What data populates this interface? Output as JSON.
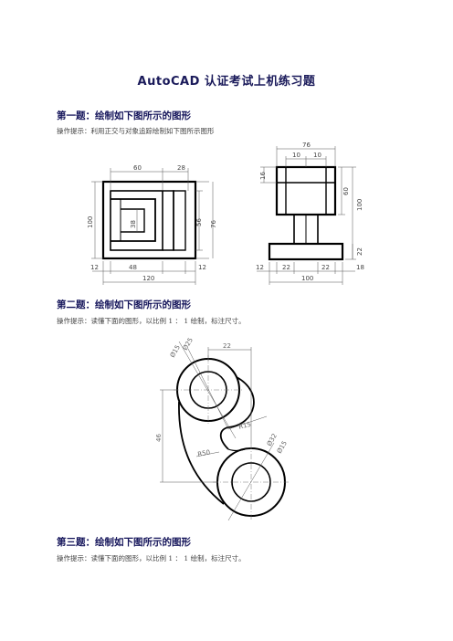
{
  "document": {
    "title": "AutoCAD  认证考试上机练习题"
  },
  "questions": [
    {
      "heading": "第一题：绘制如下图所示的图形",
      "hint": "操作提示：利用正交与对象追踪绘制如下图所示图形"
    },
    {
      "heading": "第二题：绘制如下图所示的图形",
      "hint": "操作提示：读懂下面的图形，以比例 1 ：  1 绘制，标注尺寸。"
    },
    {
      "heading": "第三题：绘制如下图所示的图形",
      "hint": "操作提示：读懂下面的图形，以比例 1 ：  1 绘制，标注尺寸。"
    }
  ],
  "drawing1": {
    "front_view": {
      "top_60": "60",
      "top_28": "28",
      "left_100": "100",
      "inner_38": "38",
      "right_56": "56",
      "right_76": "76",
      "bottom_12a": "12",
      "bottom_48": "48",
      "bottom_12b": "12",
      "bottom_120": "120"
    },
    "side_view": {
      "top_76": "76",
      "top_10a": "10",
      "top_10b": "10",
      "left_16": "16",
      "right_60": "60",
      "right_100": "100",
      "right_22": "22",
      "bottom_12": "12",
      "bottom_22a": "22",
      "bottom_22b": "22",
      "bottom_18": "18",
      "bottom_100": "100"
    }
  },
  "drawing2": {
    "dim_22": "22",
    "dim_d15a": "Ø15",
    "dim_d25": "Ø25",
    "dim_46": "46",
    "dim_r15": "R15",
    "dim_r50": "R50",
    "dim_d32": "Ø32",
    "dim_d15b": "Ø15"
  }
}
